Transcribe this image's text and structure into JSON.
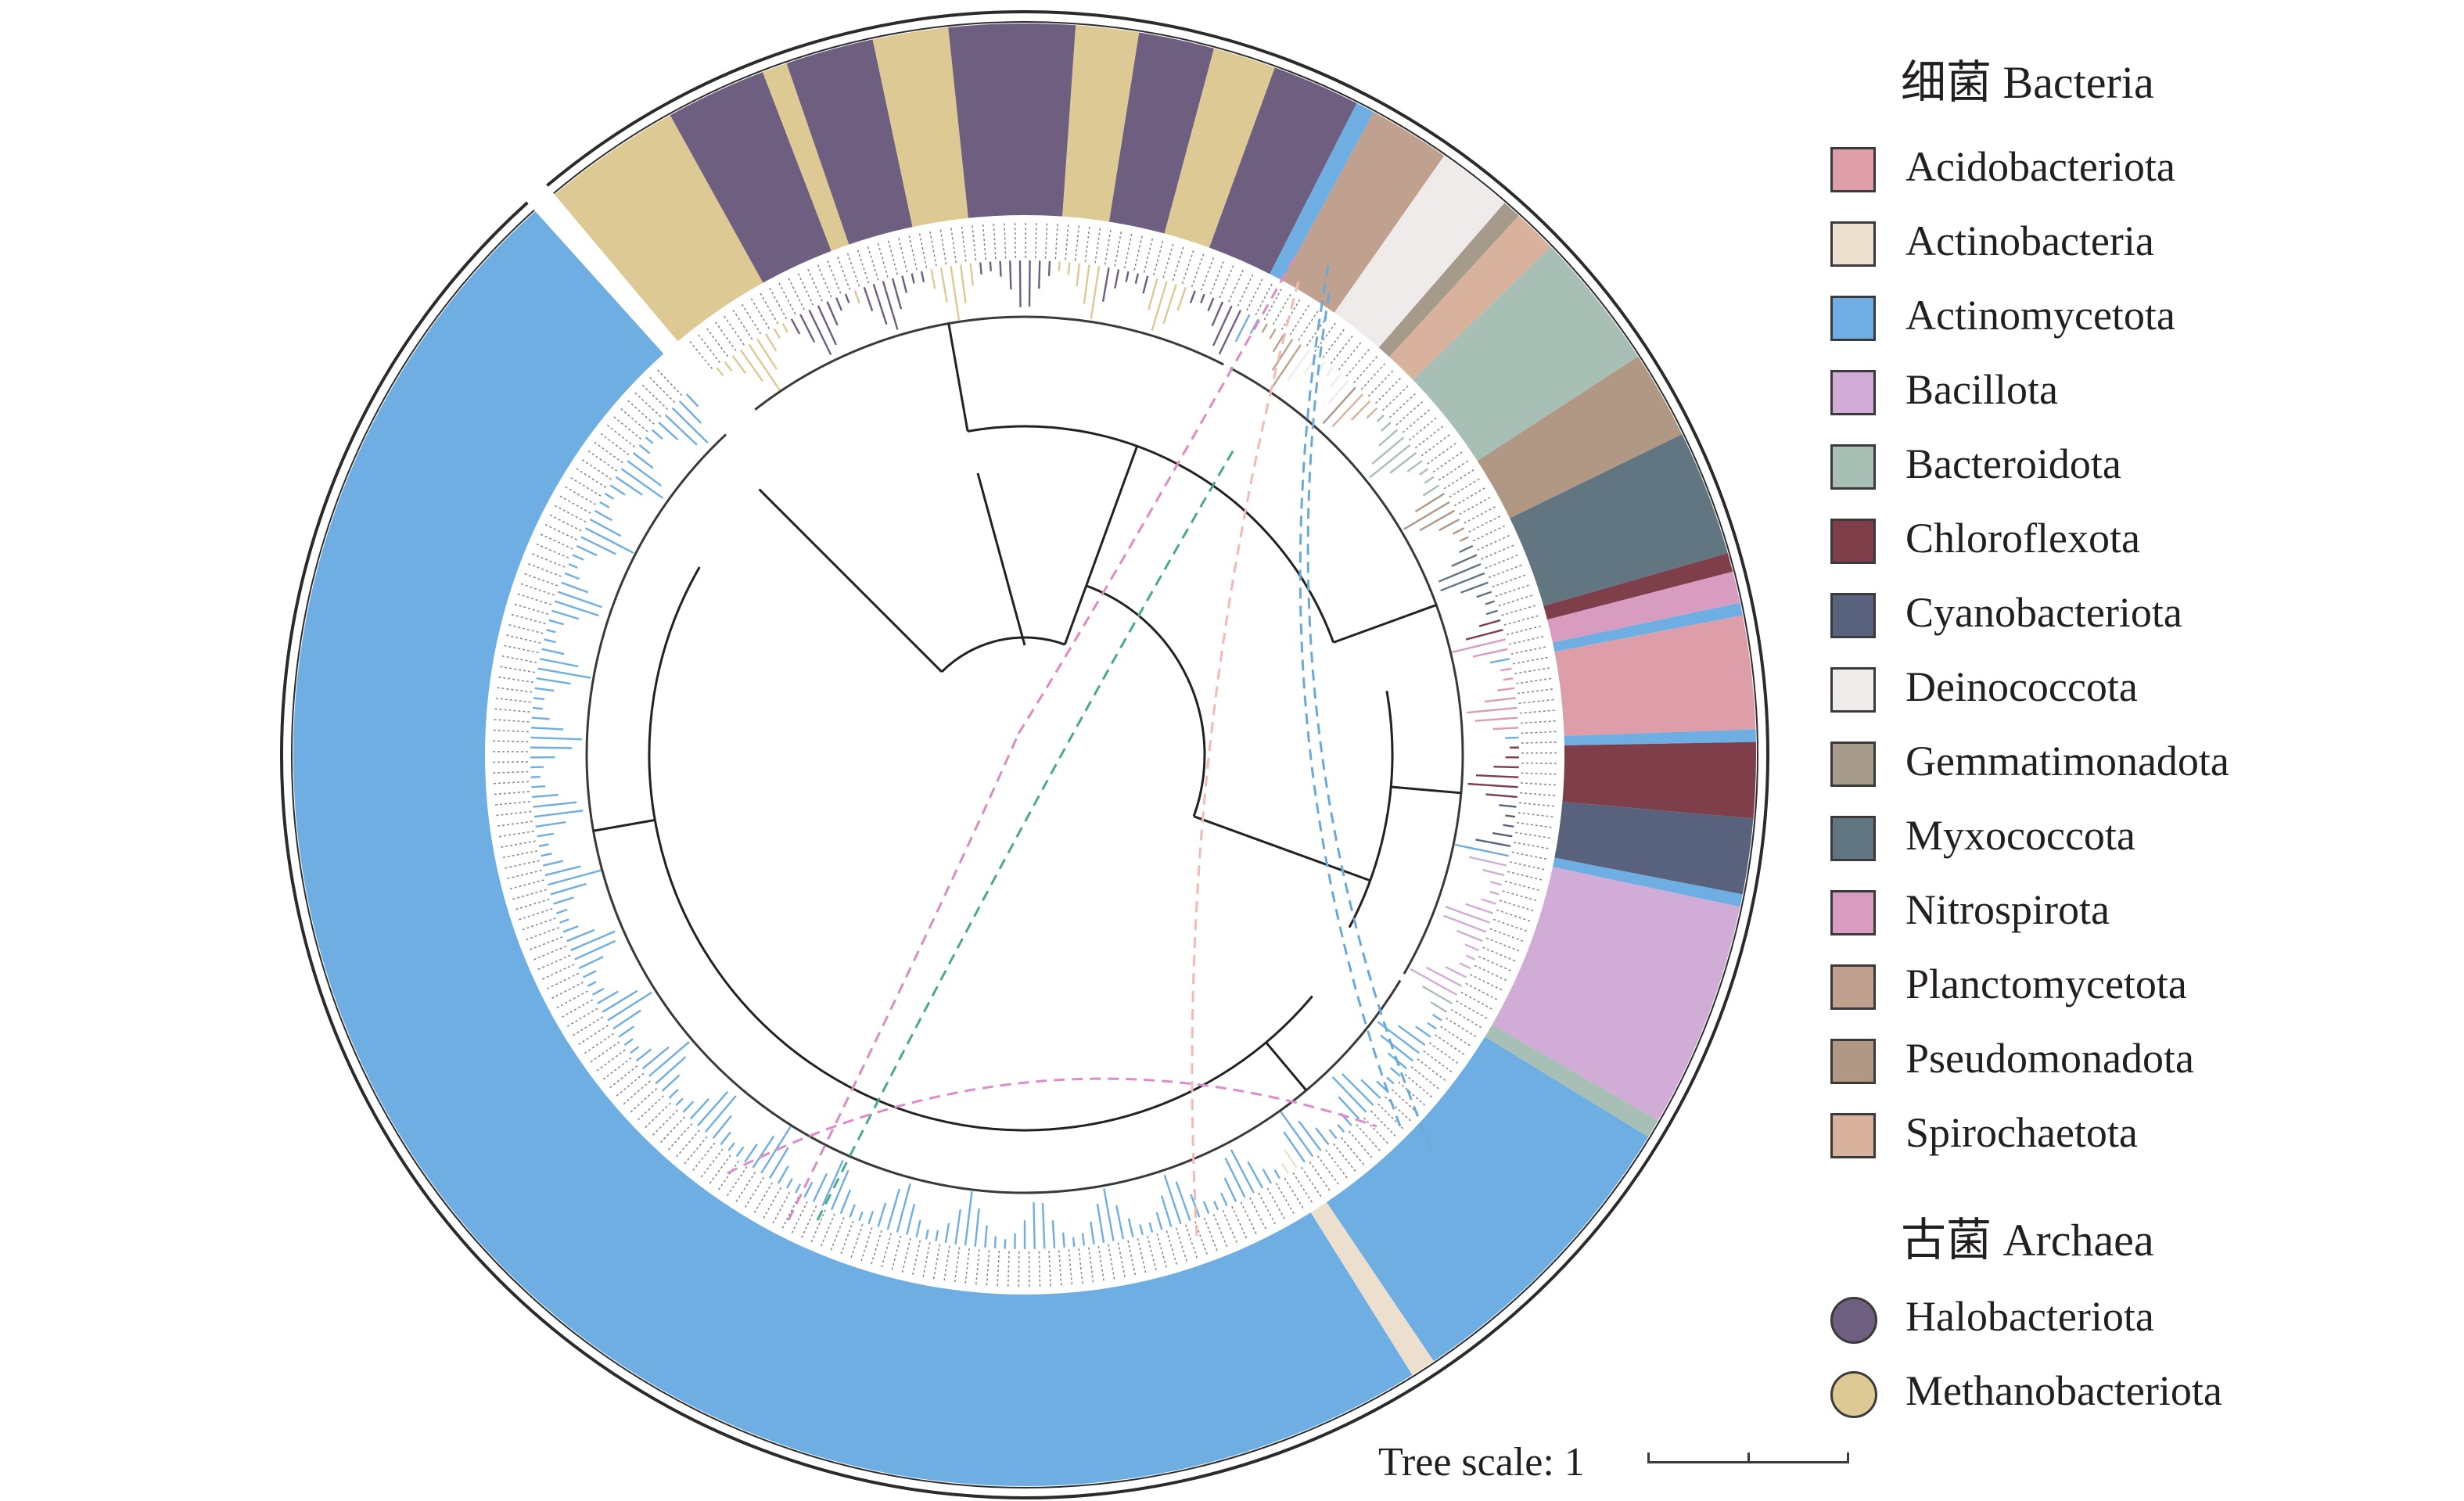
{
  "legend": {
    "bacteria_heading": "细菌 Bacteria",
    "archaea_heading": "古菌 Archaea",
    "bacteria": [
      {
        "name": "Acidobacteriota",
        "color": "#de9ea9"
      },
      {
        "name": "Actinobacteria",
        "color": "#ecdfcd"
      },
      {
        "name": "Actinomycetota",
        "color": "#6faee2"
      },
      {
        "name": "Bacillota",
        "color": "#d0acd6"
      },
      {
        "name": "Bacteroidota",
        "color": "#a8bfb6"
      },
      {
        "name": "Chloroflexota",
        "color": "#7e3f4b"
      },
      {
        "name": "Cyanobacteriota",
        "color": "#58627c"
      },
      {
        "name": "Deinococcota",
        "color": "#efebea"
      },
      {
        "name": "Gemmatimonadota",
        "color": "#a69a8b"
      },
      {
        "name": "Myxococcota",
        "color": "#617680"
      },
      {
        "name": "Nitrospirota",
        "color": "#d79cbf"
      },
      {
        "name": "Planctomycetota",
        "color": "#c0a08e"
      },
      {
        "name": "Pseudomonadota",
        "color": "#b19885"
      },
      {
        "name": "Spirochaetota",
        "color": "#d8b29c"
      }
    ],
    "archaea": [
      {
        "name": "Halobacteriota",
        "color": "#6e5e7f"
      },
      {
        "name": "Methanobacteriota",
        "color": "#dcc993"
      }
    ]
  },
  "scale": {
    "label": "Tree scale: 1"
  },
  "tree": {
    "ring_segments": [
      {
        "phylum": "Methanobacteriota",
        "start": -40,
        "end": -29
      },
      {
        "phylum": "Halobacteriota",
        "start": -29,
        "end": -21
      },
      {
        "phylum": "Methanobacteriota",
        "start": -21,
        "end": -19
      },
      {
        "phylum": "Halobacteriota",
        "start": -19,
        "end": -12
      },
      {
        "phylum": "Methanobacteriota",
        "start": -12,
        "end": -6
      },
      {
        "phylum": "Halobacteriota",
        "start": -6,
        "end": 4
      },
      {
        "phylum": "Methanobacteriota",
        "start": 4,
        "end": 9
      },
      {
        "phylum": "Halobacteriota",
        "start": 9,
        "end": 15
      },
      {
        "phylum": "Methanobacteriota",
        "start": 15,
        "end": 20
      },
      {
        "phylum": "Halobacteriota",
        "start": 20,
        "end": 27
      },
      {
        "phylum": "Actinomycetota",
        "start": 27,
        "end": 28.5
      },
      {
        "phylum": "Planctomycetota",
        "start": 28.5,
        "end": 35
      },
      {
        "phylum": "Deinococcota",
        "start": 35,
        "end": 41
      },
      {
        "phylum": "Gemmatimonadota",
        "start": 41,
        "end": 42.5
      },
      {
        "phylum": "Spirochaetota",
        "start": 42.5,
        "end": 46
      },
      {
        "phylum": "Bacteroidota",
        "start": 46,
        "end": 57
      },
      {
        "phylum": "Pseudomonadota",
        "start": 57,
        "end": 64
      },
      {
        "phylum": "Myxococcota",
        "start": 64,
        "end": 74
      },
      {
        "phylum": "Chloroflexota",
        "start": 74,
        "end": 75.5
      },
      {
        "phylum": "Nitrospirota",
        "start": 75.5,
        "end": 78
      },
      {
        "phylum": "Actinomycetota",
        "start": 78,
        "end": 79
      },
      {
        "phylum": "Acidobacteriota",
        "start": 79,
        "end": 88
      },
      {
        "phylum": "Actinomycetota",
        "start": 88,
        "end": 89
      },
      {
        "phylum": "Chloroflexota",
        "start": 89,
        "end": 95
      },
      {
        "phylum": "Cyanobacteriota",
        "start": 95,
        "end": 101
      },
      {
        "phylum": "Actinomycetota",
        "start": 101,
        "end": 102
      },
      {
        "phylum": "Bacillota",
        "start": 102,
        "end": 120
      },
      {
        "phylum": "Bacteroidota",
        "start": 120,
        "end": 121.5
      },
      {
        "phylum": "Actinomycetota",
        "start": 121.5,
        "end": 146
      },
      {
        "phylum": "Actinobacteria",
        "start": 146,
        "end": 148
      },
      {
        "phylum": "Actinomycetota",
        "start": 148,
        "end": 318
      }
    ]
  }
}
